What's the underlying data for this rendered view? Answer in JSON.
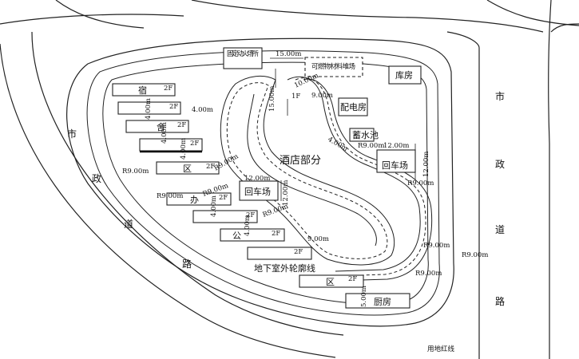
{
  "roads": {
    "left": [
      "市",
      "政",
      "道",
      "路"
    ],
    "right": [
      "市",
      "政",
      "道",
      "路"
    ]
  },
  "labels": {
    "hotel": "酒店部分",
    "fire_pump": "固定动火场所",
    "temp_area": "可燃物材料堆场",
    "warehouse": "库房",
    "power_room": "配电房",
    "reservoir": "蓄水池",
    "turnaround1": "回车场",
    "turnaround2": "回车场",
    "basement_line": "地下室外轮廓线",
    "red_line": "用地红线",
    "kitchen": "厨房",
    "dorm_chars": [
      "宿",
      "舍",
      "区"
    ],
    "office_chars": [
      "办",
      "公",
      "区"
    ],
    "floor_2f": "2F",
    "floor_1f": "1F"
  },
  "dimensions": {
    "d15": "15.00m",
    "d15v": "15.00m",
    "d10": "10.00m",
    "d9": "9.00m",
    "d4": "4.00m",
    "d4b": "4.00m",
    "d4c": "4.00m",
    "d4d": "4.00m",
    "d4e": "4.00m",
    "d4f": "4.00m",
    "d4g": "4.00m",
    "d12a": "12.00m",
    "d12b": "12.00m",
    "d12c": "12.00m",
    "d12d": "12.00m",
    "d5": "5.00m",
    "d9b": "9.00m",
    "r9a": "R9.00m",
    "r9b": "R9.00m",
    "r9c": "R9.00m",
    "r9d": "R9.00m",
    "r9e": "R9.00m",
    "r9f": "R9.00m",
    "r9g": "R9.00m",
    "r9h": "R9.00m",
    "r9i": "R9.00m",
    "r9j": "R9.00m",
    "r9k": "R9.00m"
  }
}
